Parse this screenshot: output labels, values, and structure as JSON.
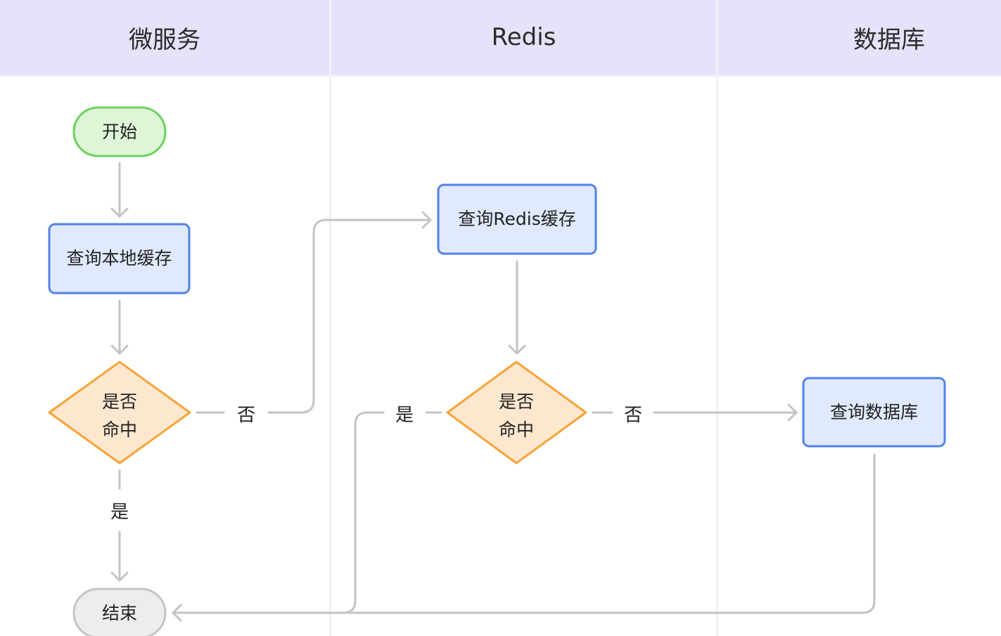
{
  "lanes": {
    "microservice": "微服务",
    "redis": "Redis",
    "database": "数据库"
  },
  "nodes": {
    "start": "开始",
    "query_local_cache": "查询本地缓存",
    "local_hit_line1": "是否",
    "local_hit_line2": "命中",
    "query_redis_cache": "查询Redis缓存",
    "redis_hit_line1": "是否",
    "redis_hit_line2": "命中",
    "query_database": "查询数据库",
    "end": "结束"
  },
  "edges": {
    "local_no": "否",
    "local_yes": "是",
    "redis_yes": "是",
    "redis_no": "否"
  },
  "colors": {
    "lane_header_bg": "#e8e1fa",
    "start_fill": "#def5d8",
    "start_stroke": "#6bd25c",
    "process_fill": "#e0e9fd",
    "process_stroke": "#5283e8",
    "decision_fill": "#fde7cf",
    "decision_stroke": "#f6a437",
    "end_fill": "#ededed",
    "end_stroke": "#c4c4c4",
    "connector": "#c3c3c6"
  }
}
